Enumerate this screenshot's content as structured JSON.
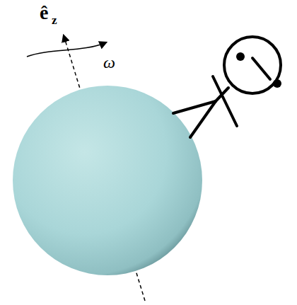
{
  "diagram": {
    "labels": [
      "ê",
      "z",
      "ω"
    ]
  }
}
